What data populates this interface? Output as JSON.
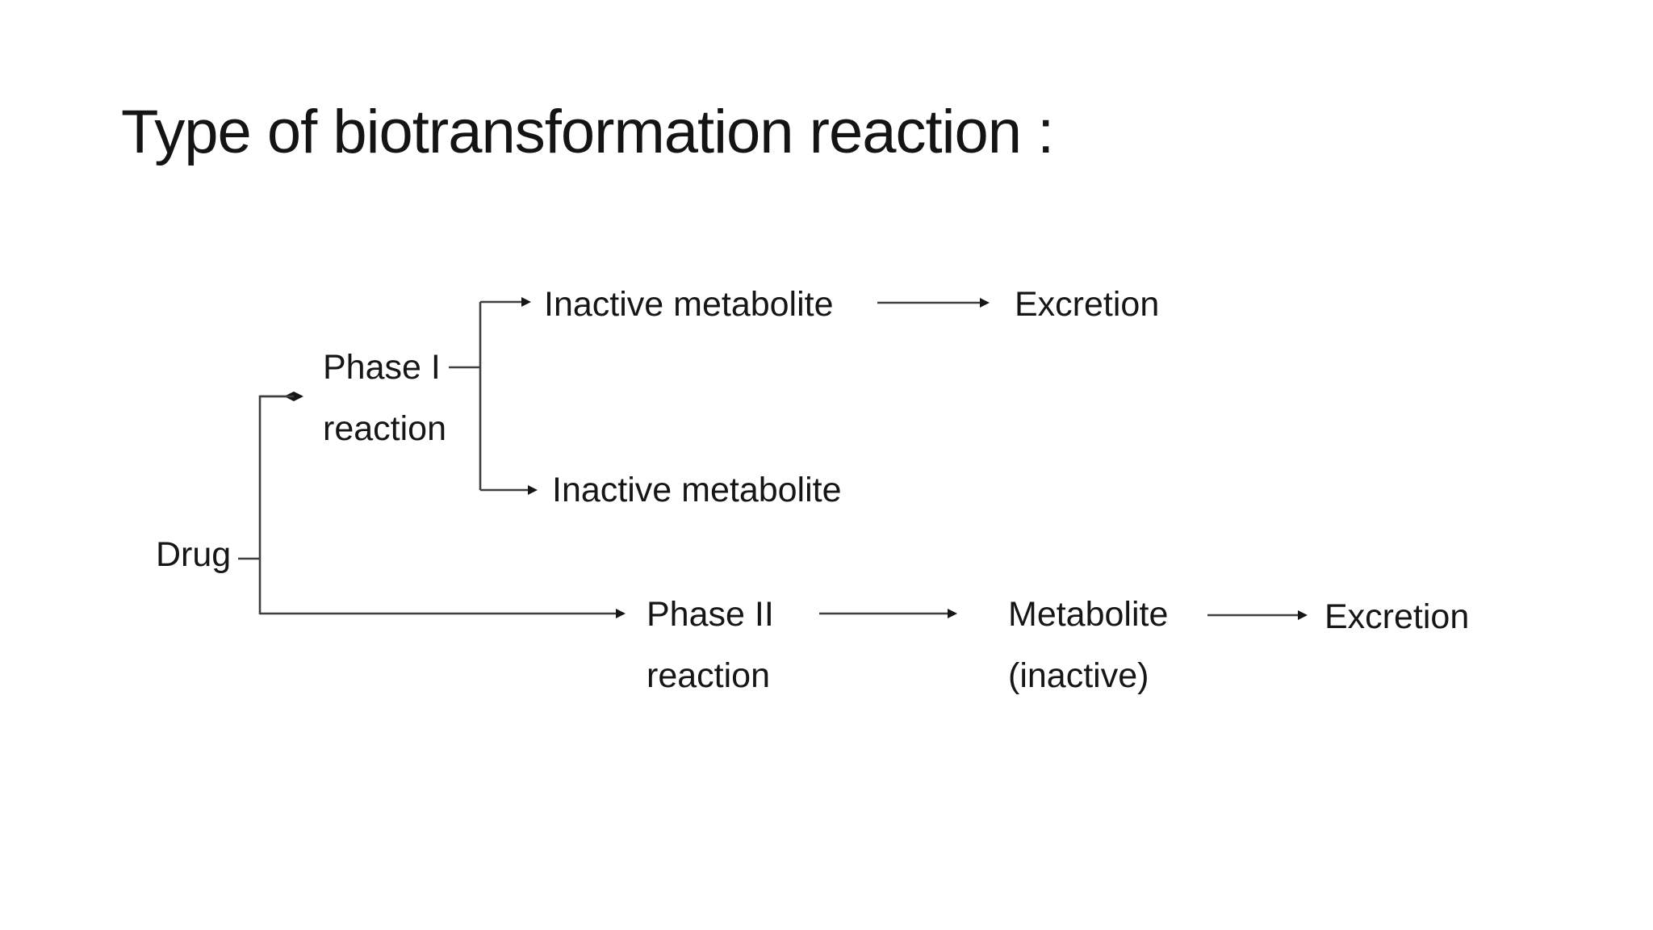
{
  "title": "Type of biotransformation reaction :",
  "colors": {
    "background": "#ffffff",
    "text": "#161616",
    "line": "#3f3f3f",
    "arrow": "#161616"
  },
  "diagram": {
    "drug_label": "Drug",
    "phase1": {
      "line1": "Phase I",
      "line2": "reaction"
    },
    "inactive_metabolite_top": "Inactive metabolite",
    "excretion_top": "Excretion",
    "inactive_metabolite_bottom": "Inactive metabolite",
    "phase2": {
      "line1": "Phase II",
      "line2": "reaction"
    },
    "metabolite": {
      "line1": "Metabolite",
      "line2": "(inactive)"
    },
    "excretion_bottom": "Excretion"
  }
}
